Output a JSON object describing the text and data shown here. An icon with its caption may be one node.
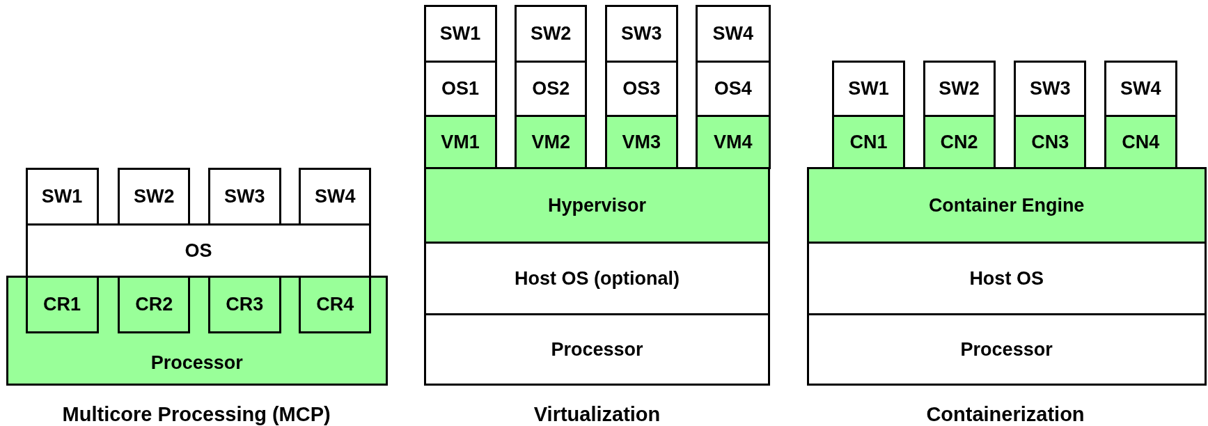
{
  "diagram": {
    "nodes": [
      {
        "text": [
          "SW1"
        ]
      },
      {
        "text": [
          "SW2"
        ]
      },
      {
        "text": [
          "SW3"
        ]
      },
      {
        "text": [
          "SW4"
        ]
      },
      {
        "text": [
          "OS"
        ]
      },
      {
        "text": [
          "Processor"
        ]
      },
      {
        "text": [
          "CR1"
        ],
        "in": 5
      },
      {
        "text": [
          "CR2"
        ],
        "in": 5
      },
      {
        "text": [
          "CR3"
        ],
        "in": 5
      },
      {
        "text": [
          "CR4"
        ],
        "in": 5
      },
      {
        "text": [
          "SW1"
        ]
      },
      {
        "text": [
          "SW2"
        ]
      },
      {
        "text": [
          "SW3"
        ]
      },
      {
        "text": [
          "SW4"
        ]
      },
      {
        "text": [
          "OS1"
        ]
      },
      {
        "text": [
          "OS2"
        ]
      },
      {
        "text": [
          "OS3"
        ]
      },
      {
        "text": [
          "OS4"
        ]
      },
      {
        "text": [
          "VM1"
        ]
      },
      {
        "text": [
          "VM2"
        ]
      },
      {
        "text": [
          "VM3"
        ]
      },
      {
        "text": [
          "VM4"
        ]
      },
      {
        "text": [
          "Hypervisor"
        ]
      },
      {
        "text": [
          "Host OS (optional)"
        ]
      },
      {
        "text": [
          "Processor"
        ]
      },
      {
        "text": [
          "SW1"
        ]
      },
      {
        "text": [
          "SW2"
        ]
      },
      {
        "text": [
          "SW3"
        ]
      },
      {
        "text": [
          "SW4"
        ]
      },
      {
        "text": [
          "CN1"
        ]
      },
      {
        "text": [
          "CN2"
        ]
      },
      {
        "text": [
          "CN3"
        ]
      },
      {
        "text": [
          "CN4"
        ]
      },
      {
        "text": [
          "Container Engine"
        ]
      },
      {
        "text": [
          "Host OS"
        ]
      },
      {
        "text": [
          "Processor"
        ]
      }
    ],
    "edges": [],
    "labels": [
      "Multicore Processing (MCP)",
      "Virtualization",
      "Containerization"
    ]
  }
}
